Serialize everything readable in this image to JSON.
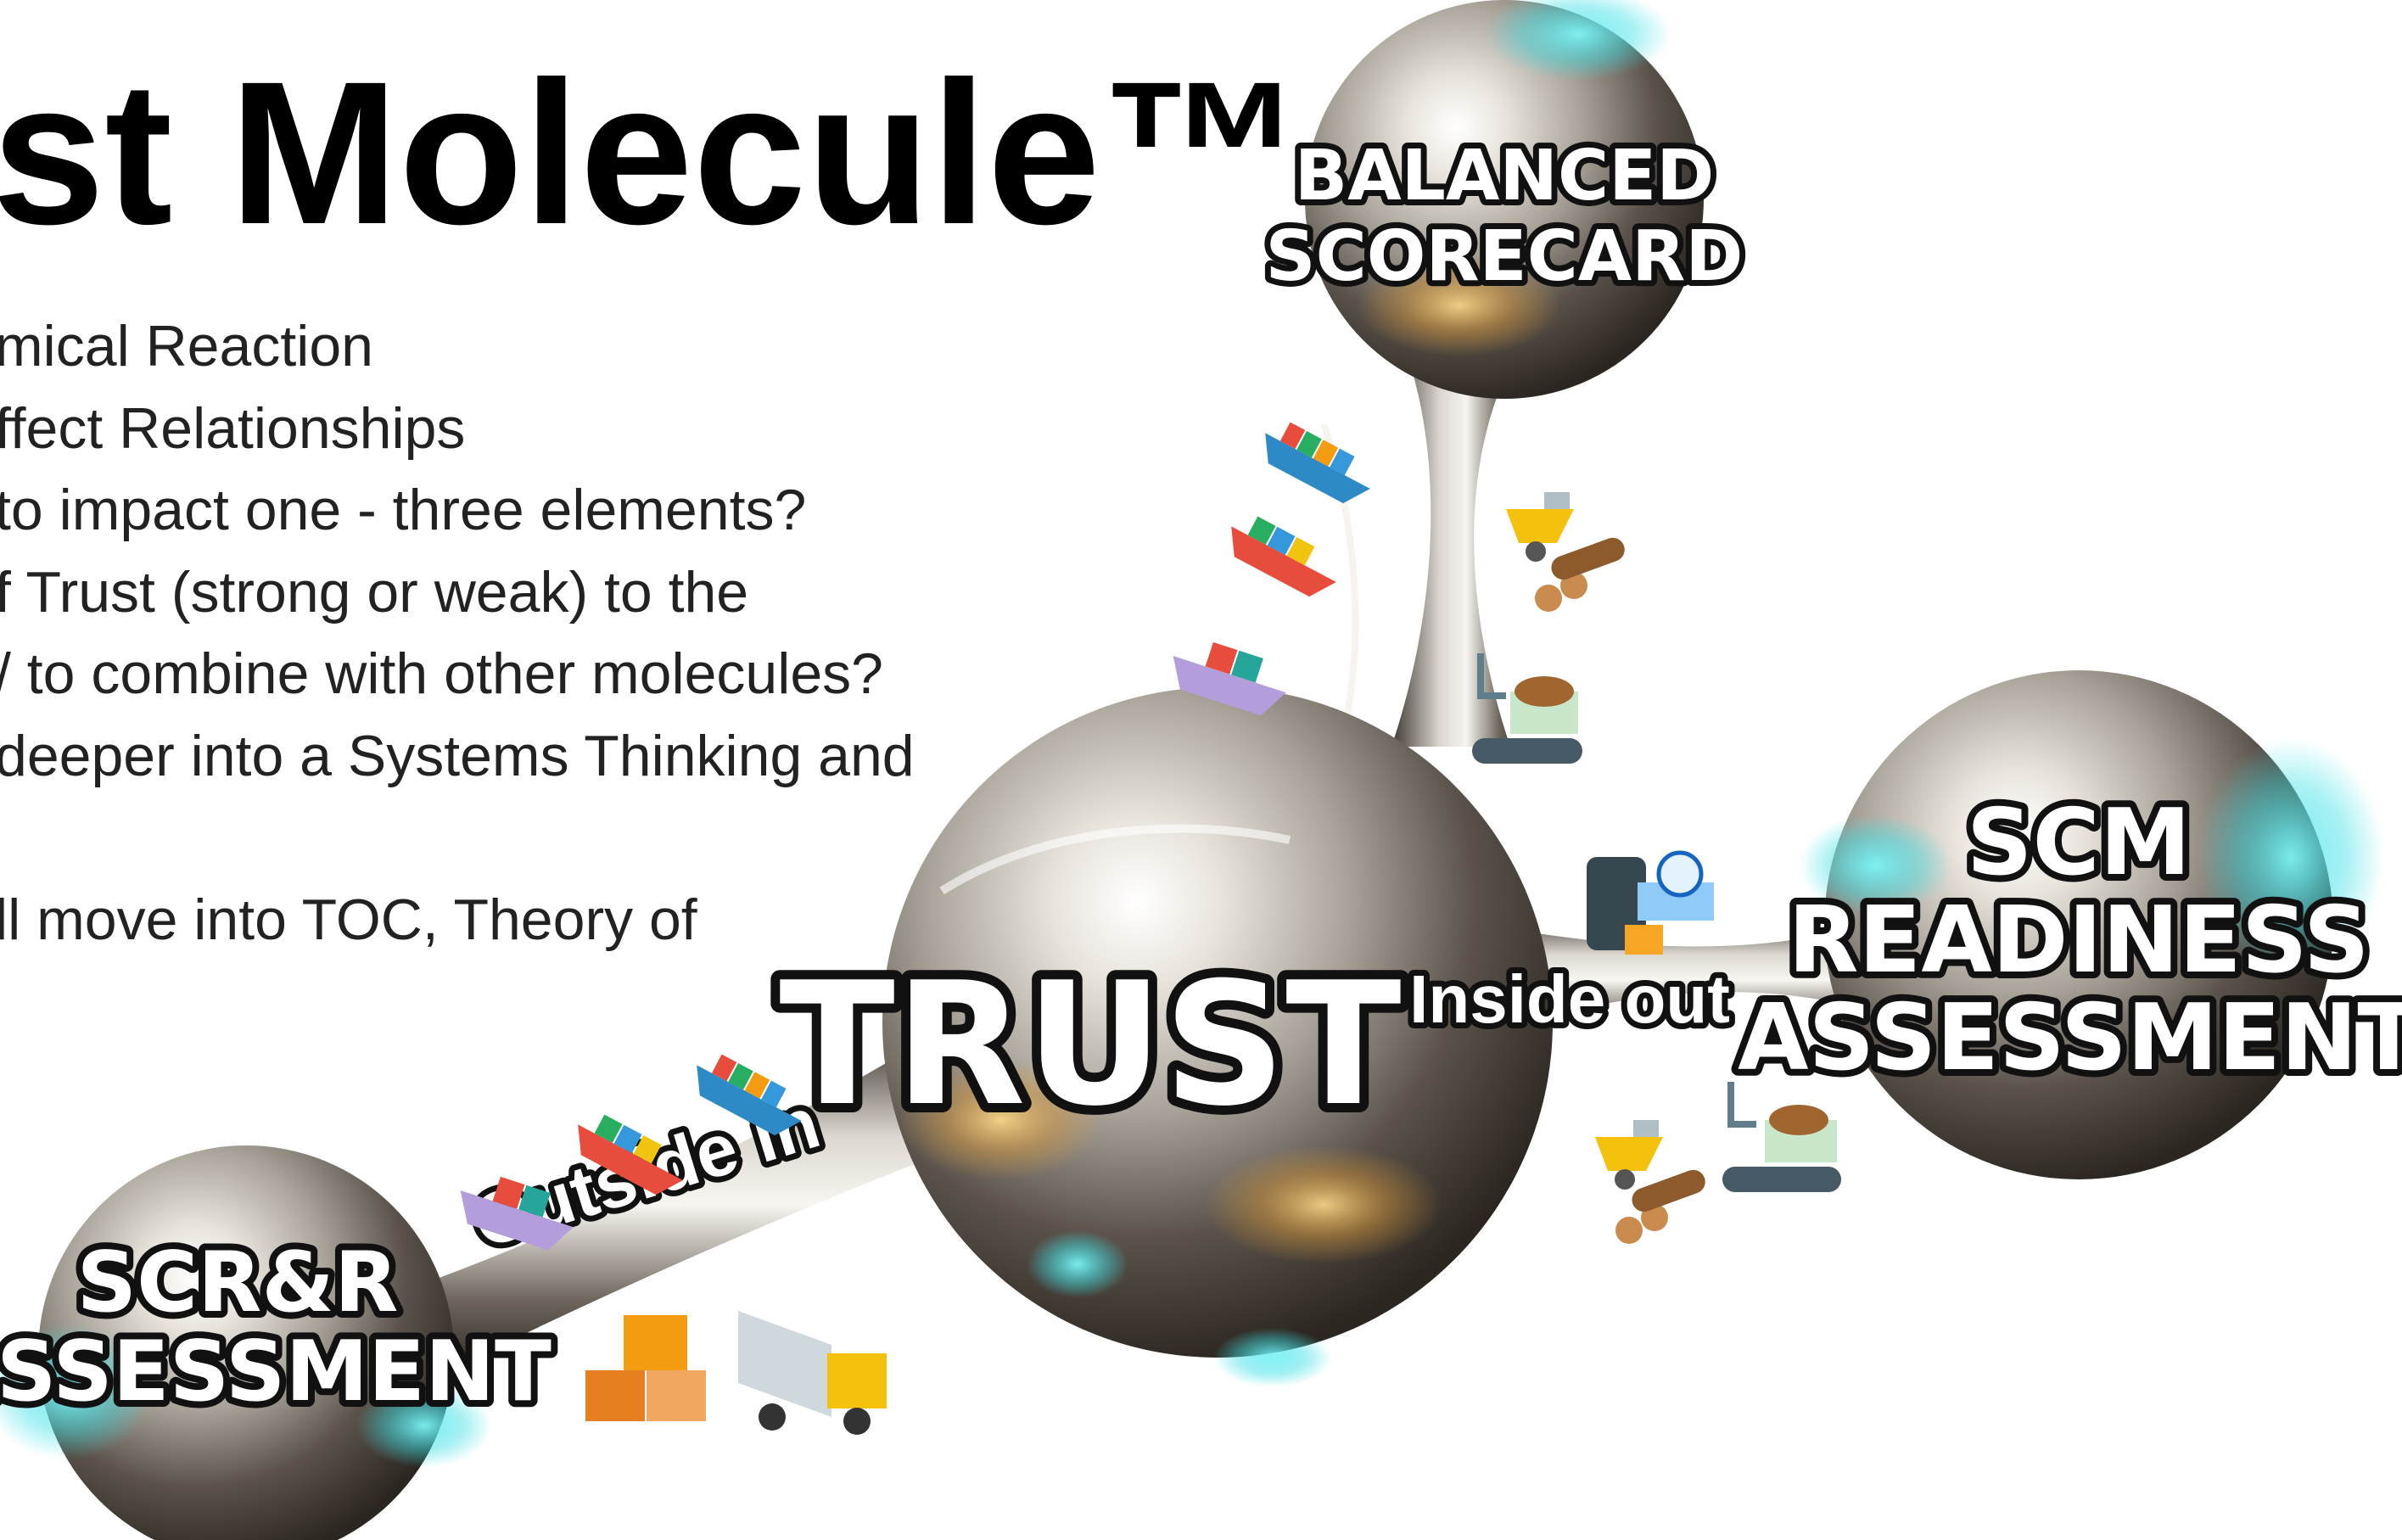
{
  "title": "st Molecule™",
  "bullets": [
    "mical Reaction",
    "ffect Relationships",
    "to impact one - three elements?",
    "f Trust (strong or weak) to the",
    "/ to combine with other molecules?",
    "deeper into a Systems Thinking and",
    "",
    "ll move into TOC, Theory of"
  ],
  "nodes": {
    "center": "TRUST",
    "top": [
      "BALANCED",
      "SCORECARD"
    ],
    "right": [
      "SCM",
      "READINESS",
      "ASSESSMENT"
    ],
    "left": [
      "SCR&R",
      "ASSESSMENT"
    ]
  },
  "flows": {
    "right": "Inside out",
    "left": "Outside in"
  },
  "icons": [
    "cargo-ship-icon",
    "wheelbarrow-icon",
    "logs-icon",
    "conveyor-robot-icon",
    "packaging-machine-icon",
    "boxes-icon",
    "delivery-truck-icon"
  ],
  "colors": {
    "sphere_highlight": "#f6f6f6",
    "sphere_mid": "#a7a29a",
    "sphere_dark": "#3b3630",
    "glow_cyan": "#40e0e6",
    "glow_gold": "#d89a3a"
  }
}
